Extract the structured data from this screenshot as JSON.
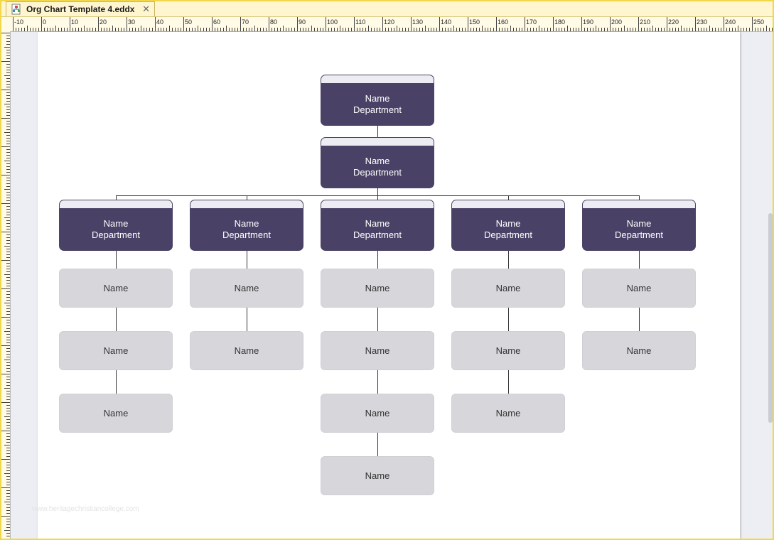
{
  "tab": {
    "title": "Org Chart Template 4.eddx",
    "close_glyph": "✕",
    "icon": "document-icon"
  },
  "ruler": {
    "labels": [
      "-10",
      "0",
      "10",
      "20",
      "30",
      "40",
      "50",
      "60",
      "70",
      "80",
      "90",
      "100",
      "110",
      "120",
      "130",
      "140",
      "150",
      "160",
      "170",
      "180",
      "190",
      "200",
      "210",
      "220",
      "230",
      "240",
      "250"
    ]
  },
  "org": {
    "top": {
      "name": "Name",
      "department": "Department"
    },
    "second": {
      "name": "Name",
      "department": "Department"
    },
    "departments": [
      {
        "name": "Name",
        "department": "Department",
        "members": [
          "Name",
          "Name",
          "Name"
        ]
      },
      {
        "name": "Name",
        "department": "Department",
        "members": [
          "Name",
          "Name"
        ]
      },
      {
        "name": "Name",
        "department": "Department",
        "members": [
          "Name",
          "Name",
          "Name",
          "Name"
        ]
      },
      {
        "name": "Name",
        "department": "Department",
        "members": [
          "Name",
          "Name",
          "Name"
        ]
      },
      {
        "name": "Name",
        "department": "Department",
        "members": [
          "Name",
          "Name"
        ]
      }
    ]
  },
  "colors": {
    "manager_fill": "#4a4266",
    "manager_header": "#ececf2",
    "member_fill": "#d7d6db",
    "app_frame": "#f0d84a"
  },
  "watermark": "www.heritagechristiancollege.com"
}
